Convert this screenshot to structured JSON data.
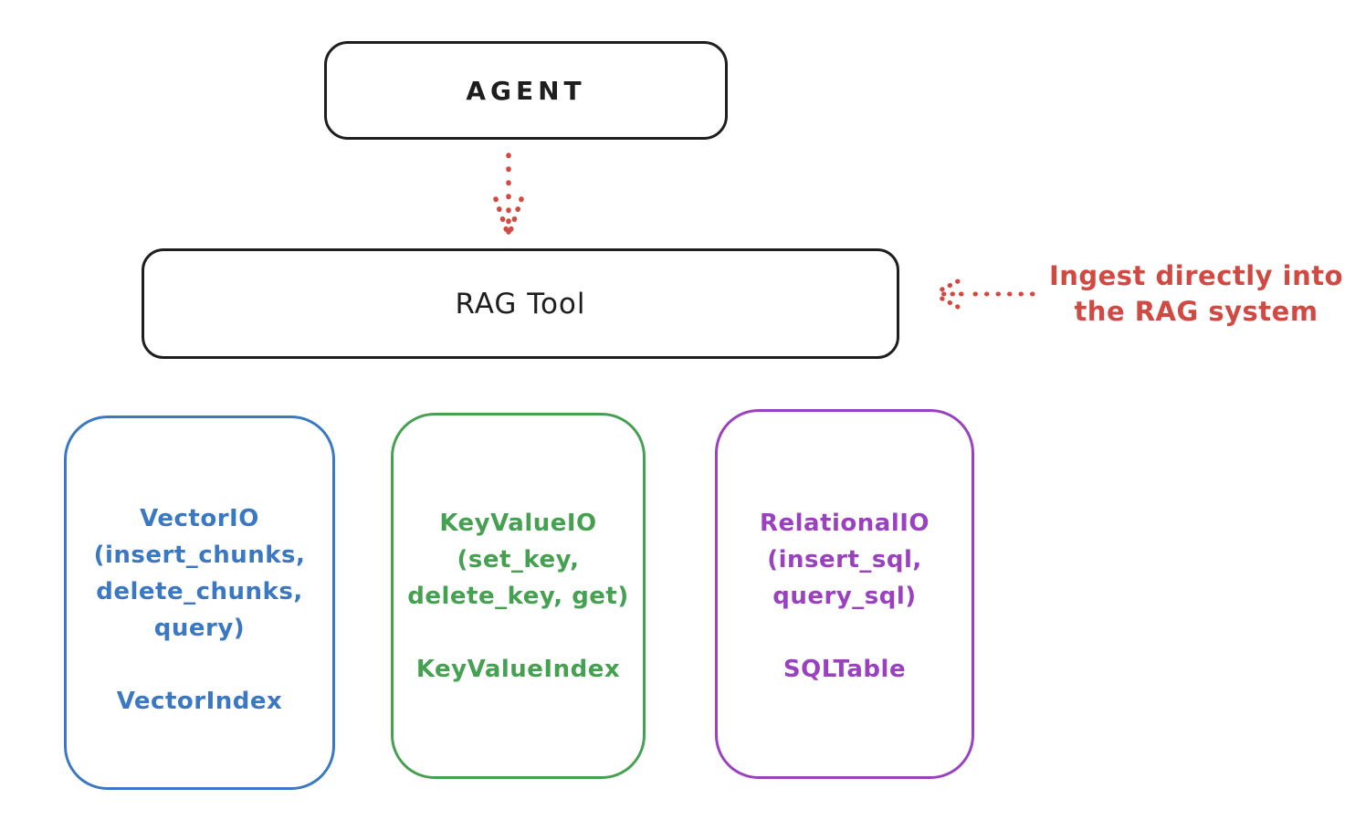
{
  "diagram": {
    "background": "#ffffff",
    "colors": {
      "ink": "#1e1e1e",
      "red": "#d04a43",
      "blue": "#3b78c3",
      "green": "#46a052",
      "purple": "#9a41c0"
    },
    "nodes": {
      "agent": {
        "label": "AGENT"
      },
      "rag_tool": {
        "label": "RAG Tool"
      },
      "vector": {
        "lines": [
          "VectorIO",
          "(insert_chunks,",
          "delete_chunks,",
          "query)"
        ],
        "index_label": "VectorIndex",
        "color": "#3b78c3"
      },
      "keyvalue": {
        "lines": [
          "KeyValueIO",
          "(set_key,",
          "delete_key, get)"
        ],
        "index_label": "KeyValueIndex",
        "color": "#46a052"
      },
      "relational": {
        "lines": [
          "RelationalIO",
          "(insert_sql,",
          "query_sql)"
        ],
        "index_label": "SQLTable",
        "color": "#9a41c0"
      }
    },
    "annotation": {
      "line1": "Ingest directly into",
      "line2": "the RAG system",
      "color": "#d04a43"
    },
    "arrows": {
      "agent_to_rag": "dotted red arrow pointing down from AGENT to RAG Tool",
      "annotation_to_rag": "dotted red arrow pointing left from annotation to RAG Tool"
    }
  }
}
